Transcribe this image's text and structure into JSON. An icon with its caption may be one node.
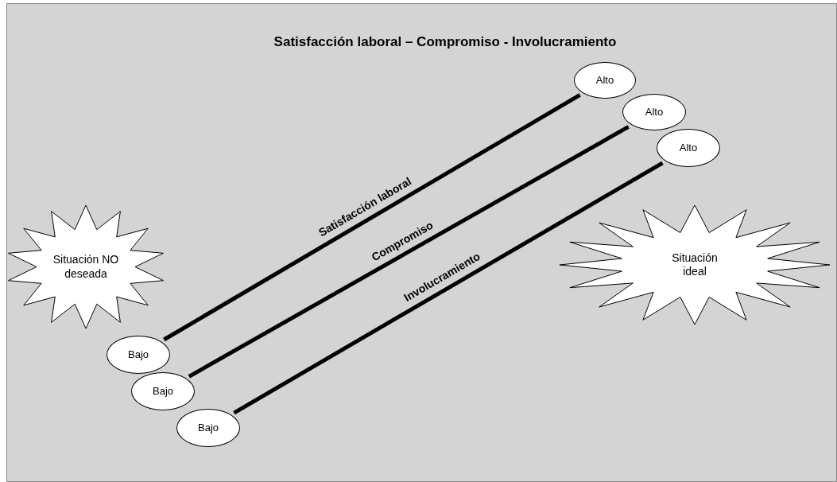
{
  "diagram": {
    "title": "Satisfacción laboral – Compromiso - Involucramiento",
    "nodes": [
      {
        "text": [
          "Alto"
        ]
      },
      {
        "text": [
          "Alto"
        ]
      },
      {
        "text": [
          "Alto"
        ]
      },
      {
        "text": [
          "Bajo"
        ]
      },
      {
        "text": [
          "Bajo"
        ]
      },
      {
        "text": [
          "Bajo"
        ]
      },
      {
        "text": [
          "Situación NO deseada"
        ]
      },
      {
        "text": [
          "Situación ideal"
        ]
      }
    ],
    "edges": [
      {
        "from": 3,
        "to": 0,
        "arrow": "none",
        "label": "Satisfacción laboral"
      },
      {
        "from": 4,
        "to": 1,
        "arrow": "none",
        "label": "Compromiso"
      },
      {
        "from": 5,
        "to": 2,
        "arrow": "none",
        "label": "Involucramiento"
      }
    ]
  }
}
